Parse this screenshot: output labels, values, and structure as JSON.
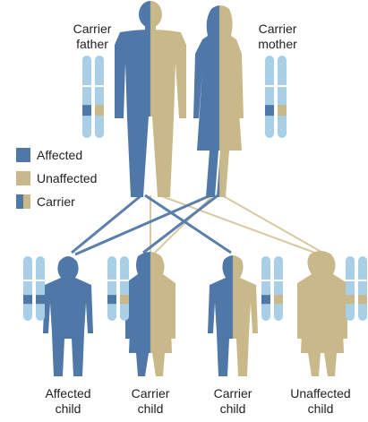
{
  "parents": {
    "father": {
      "line1": "Carrier",
      "line2": "father"
    },
    "mother": {
      "line1": "Carrier",
      "line2": "mother"
    }
  },
  "legend": {
    "affected": "Affected",
    "unaffected": "Unaffected",
    "carrier": "Carrier"
  },
  "children": [
    {
      "line1": "Affected",
      "line2": "child",
      "genotype": "affected"
    },
    {
      "line1": "Carrier",
      "line2": "child",
      "genotype": "carrier"
    },
    {
      "line1": "Carrier",
      "line2": "child",
      "genotype": "carrier"
    },
    {
      "line1": "Unaffected",
      "line2": "child",
      "genotype": "unaffected"
    }
  ],
  "colors": {
    "affected": "#4f78a8",
    "unaffected": "#c9b98a",
    "chromosome": "#a9cfe6",
    "affected_line": "#5a7fab",
    "unaffected_line": "#d8caa0"
  }
}
